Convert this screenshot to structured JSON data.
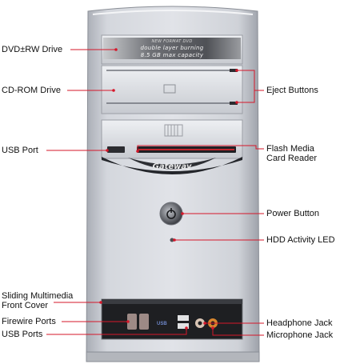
{
  "product": {
    "brand": "Gateway",
    "drive_banner": {
      "line1": "NEW FORMAT DVD",
      "line2": "double layer burning",
      "line3": "8.5 GB max capacity"
    },
    "usb_badge": "USB"
  },
  "callouts": {
    "left": [
      {
        "id": "dvd",
        "text": "DVD±RW Drive"
      },
      {
        "id": "cdrom",
        "text": "CD-ROM Drive"
      },
      {
        "id": "usb-port",
        "text": "USB Port"
      },
      {
        "id": "cover",
        "text": "Sliding Multimedia\nFront Cover"
      },
      {
        "id": "firewire",
        "text": "Firewire Ports"
      },
      {
        "id": "usb-ports",
        "text": "USB Ports"
      }
    ],
    "right": [
      {
        "id": "eject",
        "text": "Eject Buttons"
      },
      {
        "id": "card-reader",
        "text": "Flash Media\nCard Reader"
      },
      {
        "id": "power",
        "text": "Power Button"
      },
      {
        "id": "hdd",
        "text": "HDD Activity LED"
      },
      {
        "id": "headphone",
        "text": "Headphone Jack"
      },
      {
        "id": "mic",
        "text": "Microphone Jack"
      }
    ]
  },
  "colors": {
    "leader_line": "#d6172a",
    "case_body": "#c9ccd3",
    "bay_silver": "#dcdfe4",
    "drive_dark": "#5b5d62",
    "panel_black": "#1e1f22"
  }
}
